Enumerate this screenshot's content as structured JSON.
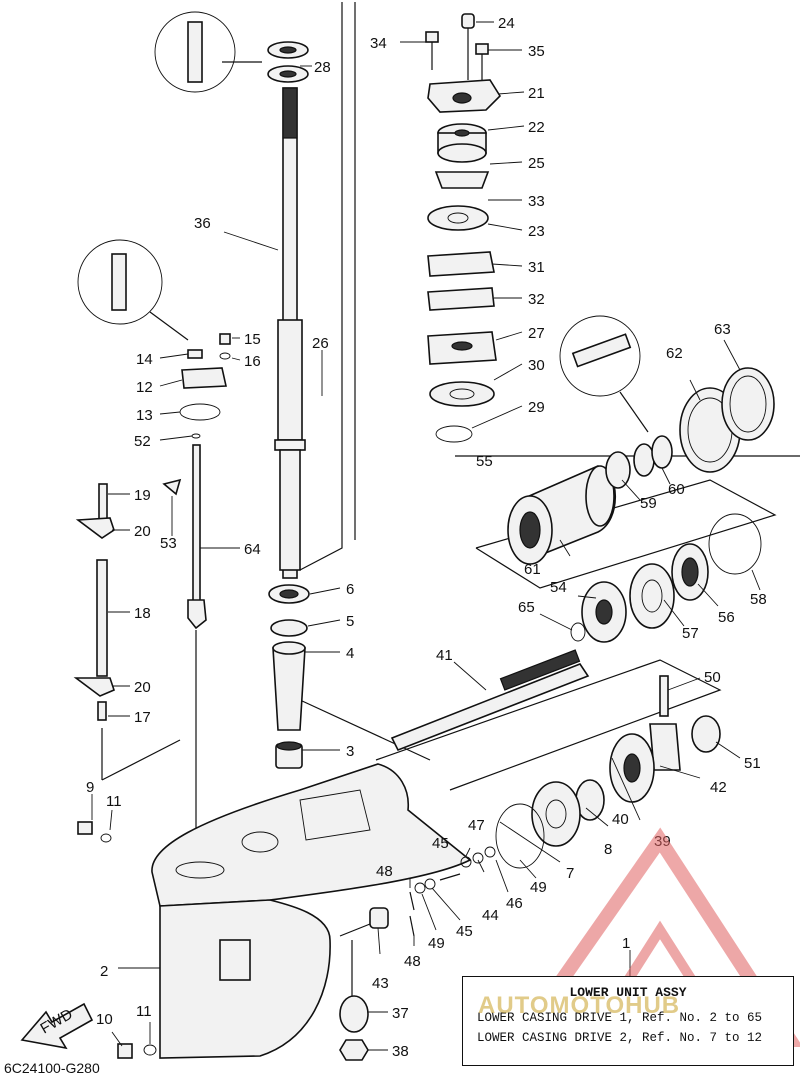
{
  "diagram": {
    "labels": [
      "1",
      "2",
      "3",
      "4",
      "5",
      "6",
      "7",
      "8",
      "9",
      "10",
      "11",
      "11",
      "12",
      "13",
      "14",
      "15",
      "16",
      "17",
      "18",
      "19",
      "20",
      "20",
      "21",
      "22",
      "23",
      "24",
      "25",
      "26",
      "27",
      "28",
      "29",
      "30",
      "31",
      "32",
      "33",
      "34",
      "35",
      "36",
      "37",
      "38",
      "39",
      "40",
      "41",
      "42",
      "43",
      "44",
      "45",
      "45",
      "46",
      "47",
      "48",
      "48",
      "49",
      "49",
      "50",
      "51",
      "52",
      "53",
      "54",
      "55",
      "56",
      "57",
      "58",
      "59",
      "60",
      "61",
      "62",
      "63",
      "64",
      "65"
    ],
    "fwd_label": "FWD",
    "diagram_code": "6C24100-G280"
  },
  "note": {
    "title": "LOWER UNIT ASSY",
    "row1": "LOWER CASING DRIVE 1,  Ref. No. 2 to 65",
    "row2": "LOWER CASING DRIVE 2,  Ref. No. 7 to 12"
  },
  "watermark": {
    "text": "AUTOMOTOHUB",
    "color": "#e06060"
  }
}
